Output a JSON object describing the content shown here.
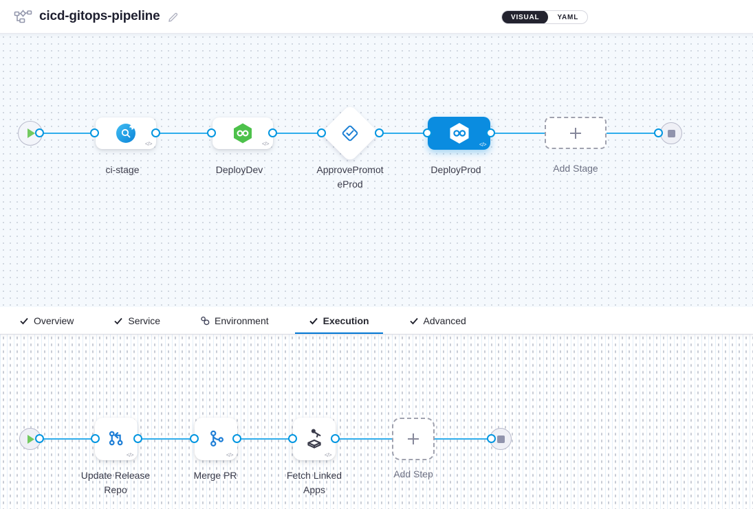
{
  "glyphs": {
    "code_badge": "</>"
  },
  "header": {
    "title": "cicd-gitops-pipeline",
    "toggle": {
      "visual_label": "VISUAL",
      "yaml_label": "YAML",
      "selected": "VISUAL"
    }
  },
  "stage_canvas": {
    "stages": [
      {
        "label": "ci-stage",
        "type": "ci",
        "selected": false
      },
      {
        "label": "DeployDev",
        "type": "cd",
        "selected": false
      },
      {
        "name": "ApprovePromoteProd",
        "label_line1": "ApprovePromot",
        "label_line2": "eProd",
        "type": "approval",
        "selected": false
      },
      {
        "label": "DeployProd",
        "type": "cd",
        "selected": true
      }
    ],
    "add_stage_label": "Add Stage"
  },
  "tabs": {
    "items": [
      {
        "label": "Overview",
        "icon": "check",
        "active": false
      },
      {
        "label": "Service",
        "icon": "check",
        "active": false
      },
      {
        "label": "Environment",
        "icon": "environment",
        "active": false
      },
      {
        "label": "Execution",
        "icon": "check",
        "active": true
      },
      {
        "label": "Advanced",
        "icon": "check",
        "active": false
      }
    ]
  },
  "step_canvas": {
    "steps": [
      {
        "name": "Update Release Repo",
        "label_line1": "Update Release",
        "label_line2": "Repo",
        "icon": "git-update"
      },
      {
        "name": "Merge PR",
        "label_line1": "Merge PR",
        "icon": "git-merge"
      },
      {
        "name": "Fetch Linked Apps",
        "label_line1": "Fetch Linked",
        "label_line2": "Apps",
        "icon": "fetch-linked-apps"
      }
    ],
    "add_step_label": "Add Step"
  },
  "colors": {
    "accent_blue": "#0278d5",
    "edge_blue": "#2fadec",
    "port_blue": "#0095e0",
    "selected_stage_bg": "#0a8ce0",
    "cd_green": "#4dc14b",
    "play_green": "#72c95f",
    "toggle_dark": "#23232f"
  }
}
